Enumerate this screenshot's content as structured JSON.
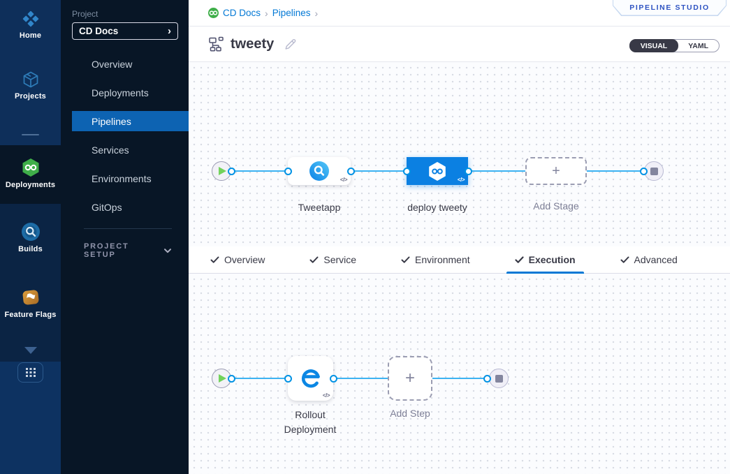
{
  "icons": {
    "chevron_right": "›",
    "code": "</>",
    "plus": "+"
  },
  "colors": {
    "accent": "#0278d5",
    "selected_node": "#0b80e2",
    "connector": "#3cb3f2",
    "cd_green": "#3fae49",
    "sidebar_selected": "#0d63b2"
  },
  "rail": {
    "items": [
      {
        "label": "Home",
        "icon": "home-icon"
      },
      {
        "label": "Projects",
        "icon": "projects-icon"
      },
      {
        "label": "Deployments",
        "icon": "deployments-icon",
        "active": true
      },
      {
        "label": "Builds",
        "icon": "builds-icon"
      },
      {
        "label": "Feature Flags",
        "icon": "feature-flags-icon"
      }
    ]
  },
  "sidebar": {
    "project_label": "Project",
    "project_value": "CD Docs",
    "items": [
      {
        "label": "Overview"
      },
      {
        "label": "Deployments"
      },
      {
        "label": "Pipelines",
        "selected": true
      },
      {
        "label": "Services"
      },
      {
        "label": "Environments"
      },
      {
        "label": "GitOps"
      }
    ],
    "project_setup": "PROJECT SETUP"
  },
  "header": {
    "breadcrumb": {
      "project": "CD Docs",
      "section": "Pipelines"
    },
    "studio_badge": "PIPELINE STUDIO",
    "title": "tweety",
    "toggle": {
      "visual": "VISUAL",
      "yaml": "YAML",
      "selected": "VISUAL"
    }
  },
  "tabs": {
    "active": "Execution",
    "items": [
      {
        "label": "Overview",
        "checked": true
      },
      {
        "label": "Service",
        "checked": true
      },
      {
        "label": "Environment",
        "checked": true
      },
      {
        "label": "Execution",
        "checked": true
      },
      {
        "label": "Advanced",
        "checked": true
      }
    ]
  },
  "stage_graph": {
    "stage1": "Tweetapp",
    "stage2": "deploy tweety",
    "add": "Add Stage"
  },
  "step_graph": {
    "step1": "Rollout Deployment",
    "add": "Add Step"
  }
}
